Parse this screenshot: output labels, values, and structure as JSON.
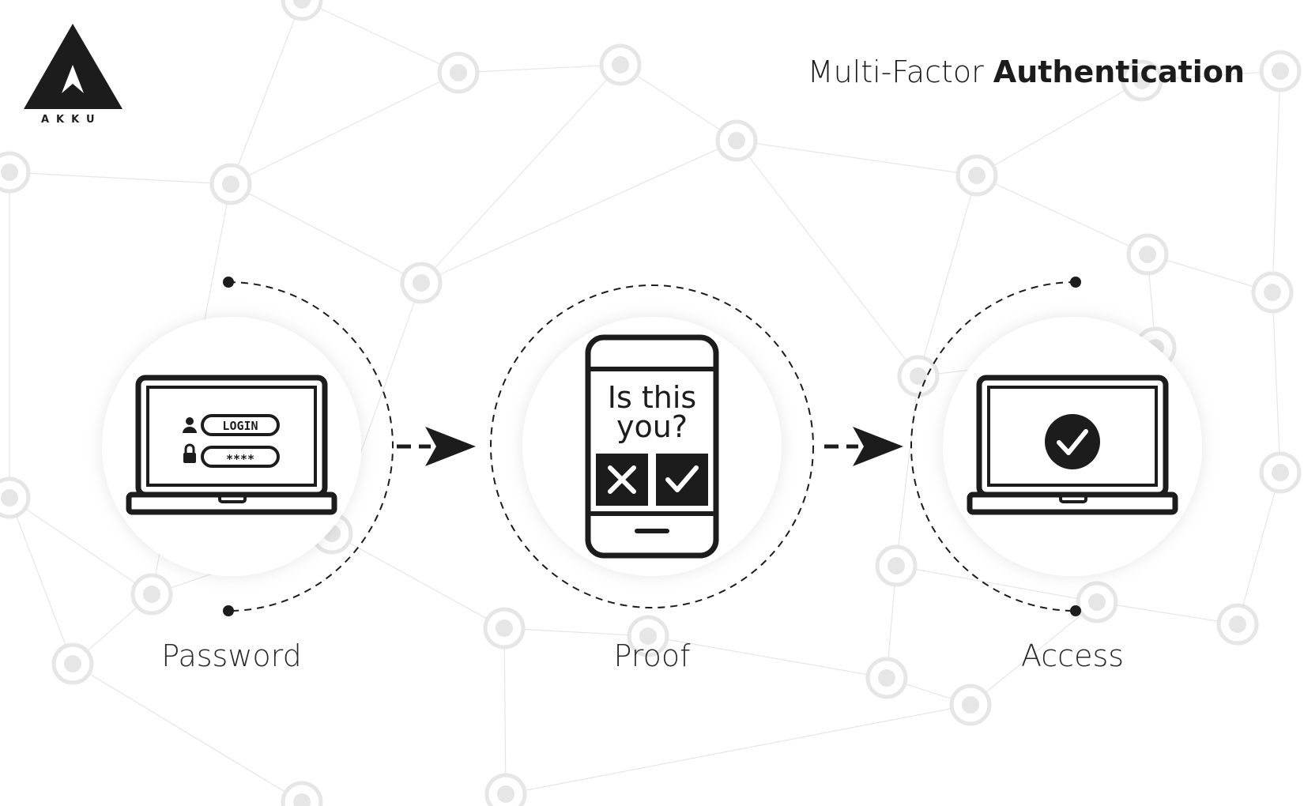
{
  "brand": {
    "name": "AKKU"
  },
  "title": {
    "light": "Multi-Factor ",
    "bold": "Authentication"
  },
  "steps": [
    {
      "label": "Password",
      "login_text": "LOGIN",
      "password_mask": "****"
    },
    {
      "label": "Proof",
      "prompt_line1": "Is this",
      "prompt_line2": "you?"
    },
    {
      "label": "Access"
    }
  ],
  "icons": {
    "step1": "laptop-login-icon",
    "step2": "phone-confirm-icon",
    "step3": "laptop-check-icon"
  },
  "colors": {
    "ink": "#1c1c1c",
    "network": "#e6e6e6",
    "badge": "#ffffff"
  }
}
